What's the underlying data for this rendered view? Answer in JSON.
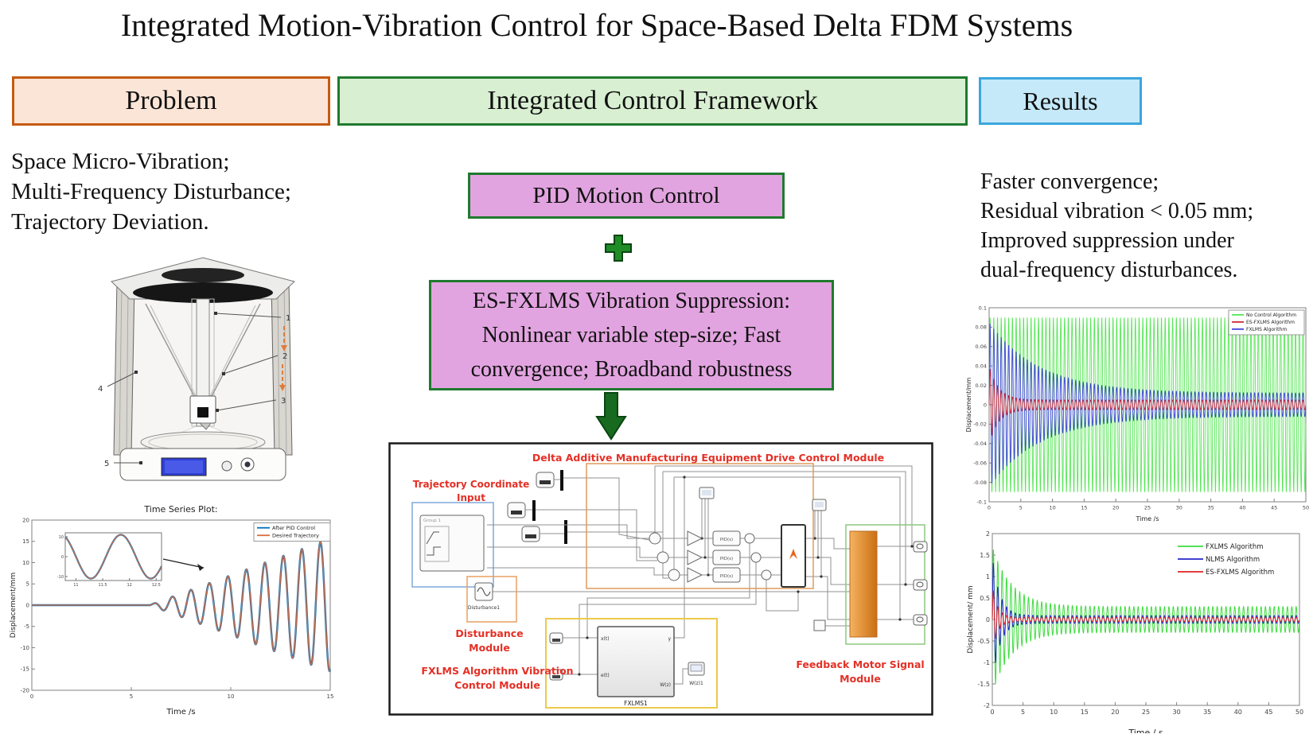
{
  "title": "Integrated Motion-Vibration Control for Space-Based Delta FDM Systems",
  "headers": {
    "problem": "Problem",
    "framework": "Integrated Control Framework",
    "results": "Results"
  },
  "problem": {
    "bullets": [
      "Space Micro-Vibration;",
      "Multi-Frequency Disturbance;",
      "Trajectory Deviation."
    ],
    "printer": {
      "callouts": [
        "1",
        "2",
        "3",
        "4",
        "5"
      ]
    }
  },
  "results": {
    "bullets": [
      "Faster convergence;",
      "Residual vibration < 0.05 mm;",
      "Improved suppression under",
      "dual-frequency disturbances."
    ]
  },
  "framework": {
    "pid_label": "PID Motion Control",
    "es_lines": [
      "ES-FXLMS  Vibration Suppression:",
      "Nonlinear variable step-size; Fast",
      "convergence; Broadband robustness"
    ],
    "simulink": {
      "title": "Delta Additive Manufacturing Equipment Drive Control Module",
      "trajectory_label": [
        "Trajectory Coordinate",
        "Input"
      ],
      "group_block_label": "Group 1",
      "pid_block_label": "PID(s)",
      "disturbance_block_caption": "Disturbance1",
      "disturbance_module_label": [
        "Disturbance",
        "Module"
      ],
      "fxlms_module_label": [
        "FXLMS Algorithm Vibration",
        "Control Module"
      ],
      "fxlms_block_caption": "FXLMS1",
      "fxlms_ports": {
        "in1": "x(t)",
        "in2": "e(t)",
        "out1": "y",
        "out2": "W(z)"
      },
      "scope_caption": "W(z)1",
      "feedback_module_label": [
        "Feedback Motor Signal",
        "Module"
      ]
    }
  },
  "colors": {
    "problem_border": "#c55a11",
    "problem_fill": "#fbe5d6",
    "framework_border": "#1f7a2e",
    "framework_fill": "#d8efd2",
    "results_border": "#3ba6dd",
    "results_fill": "#c5e9f8",
    "strategy_fill": "#e2a4e0",
    "connector_green": "#1f7a28",
    "annotation_red": "#e43026",
    "callout_orange": "#e07b39"
  },
  "chart_data": [
    {
      "id": "pid_tracking_plot",
      "type": "line",
      "title": "Time Series Plot:",
      "xlabel": "Time /s",
      "ylabel": "Displacement/mm",
      "xlim": [
        0,
        15
      ],
      "ylim": [
        -20,
        20
      ],
      "xticks": [
        0,
        5,
        10,
        15
      ],
      "yticks": [
        -20,
        -15,
        -10,
        -5,
        0,
        5,
        10,
        15,
        20
      ],
      "legend": {
        "position": "top-right",
        "box": true,
        "entries": [
          {
            "label": "After PID Control",
            "color": "#0072bd"
          },
          {
            "label": "Desired Trajectory",
            "color": "#d96c3f"
          }
        ]
      },
      "series_model": {
        "kind": "growing_oscillation",
        "quiet_until_s": 5.9,
        "growth_mm_per_s": 1.72,
        "period_s": 0.93,
        "max_amplitude_mm": 15.5
      },
      "inset": {
        "xlim": [
          10.8,
          12.6
        ],
        "ylim": [
          -12,
          12
        ],
        "xticks": [
          11,
          11.5,
          12,
          12.5
        ],
        "yticks": [
          -10,
          0,
          10
        ],
        "amplitude_mm": 11,
        "period_s": 1.12,
        "phase_ref_s": 11.84
      }
    },
    {
      "id": "dual_frequency_plot",
      "type": "line",
      "xlabel": "Time /s",
      "ylabel": "Displacement/mm",
      "xlim": [
        0,
        50
      ],
      "ylim": [
        -0.1,
        0.1
      ],
      "xticks": [
        0,
        5,
        10,
        15,
        20,
        25,
        30,
        35,
        40,
        45,
        50
      ],
      "yticks": [
        -0.1,
        -0.08,
        -0.06,
        -0.04,
        -0.02,
        0,
        0.02,
        0.04,
        0.06,
        0.08,
        0.1
      ],
      "legend": {
        "position": "top-right",
        "box": true,
        "entries": [
          {
            "label": "No Control Algorithm",
            "color": "#57e657"
          },
          {
            "label": "ES-FXLMS Algorithm",
            "color": "#cc2936"
          },
          {
            "label": "FXLMS Algorithm",
            "color": "#4646dd"
          }
        ]
      },
      "series": [
        {
          "name": "No Control Algorithm",
          "color": "#57e657",
          "freq_hz": 1.7,
          "envelope": {
            "initial_mm": 0.09,
            "floor_mm": 0.09,
            "decay_tau_s": 1
          }
        },
        {
          "name": "FXLMS Algorithm",
          "color": "#4646dd",
          "freq_hz": 1.7,
          "envelope": {
            "initial_mm": 0.085,
            "floor_mm": 0.012,
            "decay_tau_s": 8
          }
        },
        {
          "name": "ES-FXLMS Algorithm",
          "color": "#cc2936",
          "freq_hz": 1.7,
          "envelope": {
            "initial_mm": 0.04,
            "floor_mm": 0.005,
            "decay_tau_s": 1.5
          }
        }
      ]
    },
    {
      "id": "algorithm_convergence_plot",
      "type": "line",
      "xlabel": "Time / s",
      "ylabel": "Displacement/ mm",
      "xlim": [
        0,
        50
      ],
      "ylim": [
        -2,
        2
      ],
      "xticks": [
        0,
        5,
        10,
        15,
        20,
        25,
        30,
        35,
        40,
        45,
        50
      ],
      "yticks": [
        -2,
        -1.5,
        -1,
        -0.5,
        0,
        0.5,
        1,
        1.5,
        2
      ],
      "legend": {
        "position": "top-right",
        "box": false,
        "entries": [
          {
            "label": "FXLMS Algorithm",
            "color": "#3ddc3d"
          },
          {
            "label": "NLMS Algorithm",
            "color": "#2626cc"
          },
          {
            "label": "ES-FXLMS Algorithm",
            "color": "#e02222"
          }
        ]
      },
      "series": [
        {
          "name": "FXLMS Algorithm",
          "color": "#3ddc3d",
          "freq_hz": 1.4,
          "envelope": {
            "initial_mm": 1.7,
            "floor_mm": 0.3,
            "decay_tau_s": 3.2
          }
        },
        {
          "name": "NLMS Algorithm",
          "color": "#2626cc",
          "freq_hz": 1.4,
          "envelope": {
            "initial_mm": 1.5,
            "floor_mm": 0.09,
            "decay_tau_s": 1.2
          }
        },
        {
          "name": "ES-FXLMS Algorithm",
          "color": "#e02222",
          "freq_hz": 1.4,
          "envelope": {
            "initial_mm": 0.8,
            "floor_mm": 0.05,
            "decay_tau_s": 0.8
          }
        }
      ]
    }
  ]
}
